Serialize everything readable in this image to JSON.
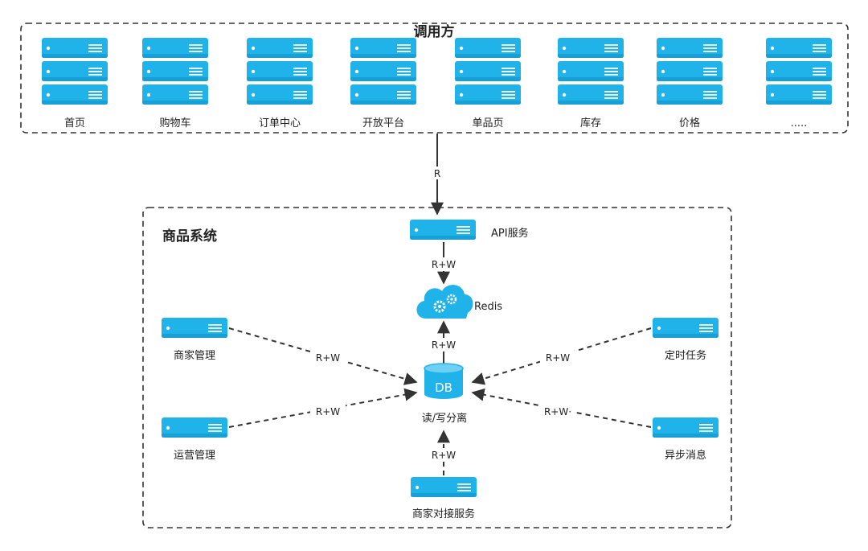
{
  "caller_group": {
    "title": "调用方",
    "items": [
      "首页",
      "购物车",
      "订单中心",
      "开放平台",
      "单品页",
      "库存",
      "价格",
      "....."
    ]
  },
  "caller_edge_label": "R",
  "product_system": {
    "title": "商品系统",
    "api_service": "API服务",
    "redis": "Redis",
    "db_icon_text": "DB",
    "db_label": "读/写分离",
    "merchant_mgmt": "商家管理",
    "ops_mgmt": "运营管理",
    "scheduled_tasks": "定时任务",
    "async_messages": "异步消息",
    "merchant_integration": "商家对接服务"
  },
  "edge_labels": {
    "api_redis": "R+W",
    "redis_db": "R+W",
    "merchant_db": "R+W",
    "ops_db": "R+W",
    "scheduled_db": "R+W",
    "async_db": "R+W·",
    "integration_db": "R+W"
  },
  "colors": {
    "server_fill": "#1fb3ea",
    "server_dark": "#0e8fc4",
    "line": "#333333"
  }
}
